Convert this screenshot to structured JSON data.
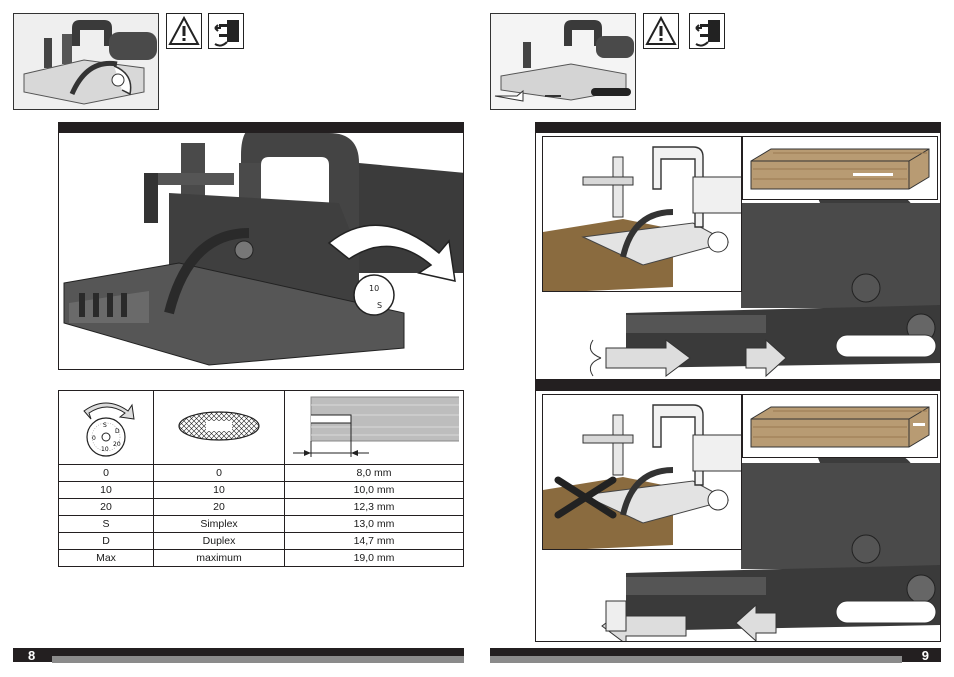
{
  "table": {
    "rows": [
      {
        "dial": "0",
        "biscuit": "0",
        "depth": "8,0 mm"
      },
      {
        "dial": "10",
        "biscuit": "10",
        "depth": "10,0 mm"
      },
      {
        "dial": "20",
        "biscuit": "20",
        "depth": "12,3 mm"
      },
      {
        "dial": "S",
        "biscuit": "Simplex",
        "depth": "13,0 mm"
      },
      {
        "dial": "D",
        "biscuit": "Duplex",
        "depth": "14,7 mm"
      },
      {
        "dial": "Max",
        "biscuit": "maximum",
        "depth": "19,0 mm"
      }
    ]
  },
  "dial_icon_marks": [
    "S",
    "D",
    "0",
    "10",
    "20"
  ],
  "page_left": "8",
  "page_right": "9",
  "icons": [
    "warning-triangle-icon",
    "unplug-icon",
    "depth-dial-icon",
    "biscuit-icon",
    "groove-depth-icon"
  ]
}
